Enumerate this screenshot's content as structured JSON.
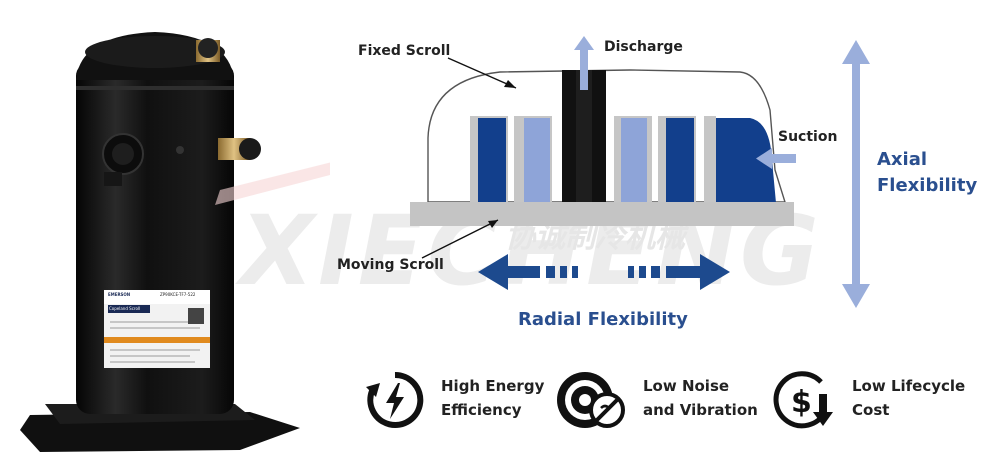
{
  "watermark": {
    "latin": "XIECHENG",
    "chinese": "协诚制冷机械"
  },
  "product": {
    "nameplate_brand": "EMERSON",
    "nameplate_model": "ZP90KCE-TF7-522",
    "nameplate_line": "Copeland Scroll"
  },
  "diagram": {
    "fixed_scroll_label": "Fixed Scroll",
    "discharge_label": "Discharge",
    "suction_label": "Suction",
    "moving_scroll_label": "Moving Scroll",
    "radial_label": "Radial Flexibility",
    "axial_line1": "Axial",
    "axial_line2": "Flexibility"
  },
  "features": [
    {
      "icon": "energy-efficiency-icon",
      "line1": "High Energy",
      "line2": "Efficiency"
    },
    {
      "icon": "low-noise-icon",
      "line1": "Low Noise",
      "line2": "and Vibration"
    },
    {
      "icon": "low-cost-icon",
      "line1": "Low Lifecycle",
      "line2": "Cost"
    }
  ],
  "colors": {
    "dark_blue": "#123f8c",
    "light_blue": "#8ea4d8",
    "arrow_blue": "#9aaedb",
    "radial_blue": "#1d4a8e",
    "gray_plate": "#c4c4c4",
    "black": "#111111"
  }
}
